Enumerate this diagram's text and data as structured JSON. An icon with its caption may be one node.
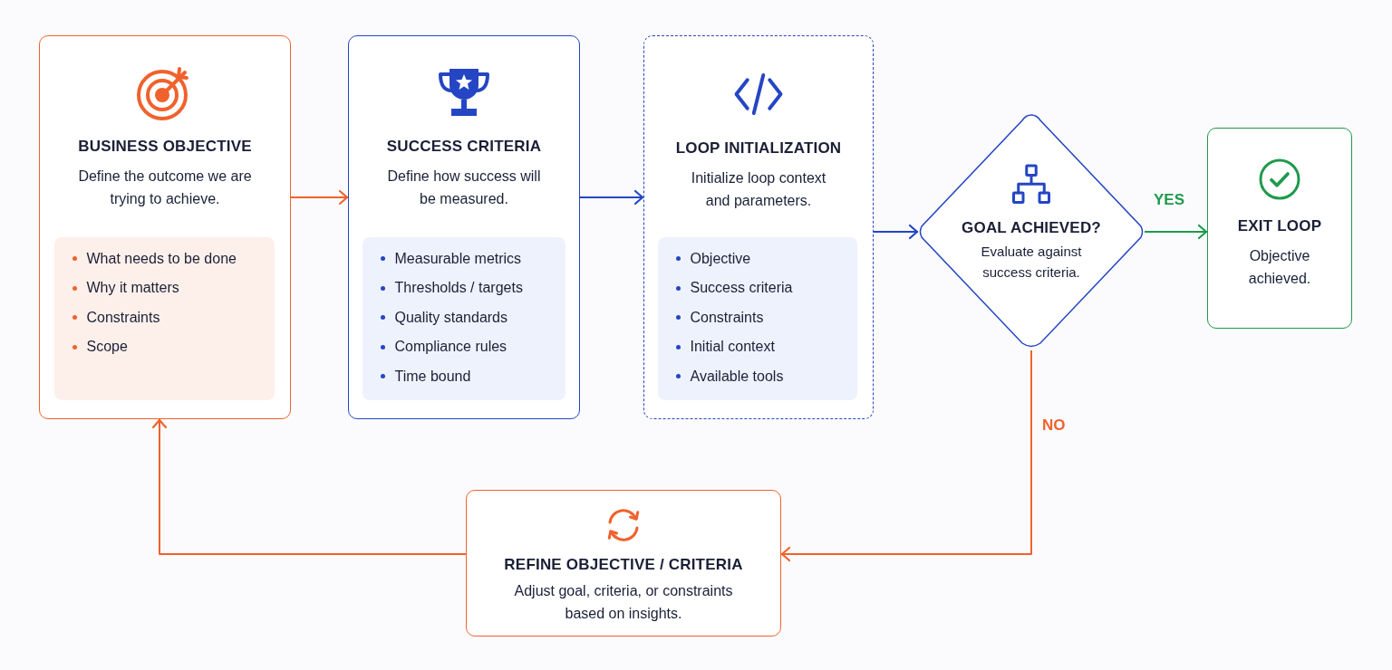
{
  "diagram": {
    "nodes": [
      {
        "text": [
          "BUSINESS OBJECTIVE",
          "Define the outcome we are trying to achieve."
        ]
      },
      {
        "text": [
          "What needs to be done",
          "Why it matters",
          "Constraints",
          "Scope"
        ],
        "in": 0
      },
      {
        "text": [
          "SUCCESS CRITERIA",
          "Define how success will be measured."
        ]
      },
      {
        "text": [
          "Measurable metrics",
          "Thresholds / targets",
          "Quality standards",
          "Compliance rules",
          "Time bound"
        ],
        "in": 2
      },
      {
        "text": [
          "LOOP INITIALIZATION",
          "Initialize loop context and parameters."
        ]
      },
      {
        "text": [
          "Objective",
          "Success criteria",
          "Constraints",
          "Initial context",
          "Available tools"
        ],
        "in": 4
      },
      {
        "text": [
          "GOAL ACHIEVED?",
          "Evaluate against success criteria."
        ]
      },
      {
        "text": [
          "EXIT LOOP",
          "Objective achieved."
        ]
      },
      {
        "text": [
          "REFINE OBJECTIVE / CRITERIA",
          "Adjust goal, criteria, or constraints based on insights."
        ]
      }
    ],
    "edges": [
      {
        "from": 0,
        "to": 2,
        "arrow": "to",
        "color": "#f0622d"
      },
      {
        "from": 2,
        "to": 4,
        "arrow": "to",
        "color": "#2446c4"
      },
      {
        "from": 4,
        "to": 6,
        "arrow": "to",
        "color": "#2446c4"
      },
      {
        "from": 6,
        "to": 7,
        "arrow": "to",
        "label": "YES",
        "color": "#1e9a4b"
      },
      {
        "from": 6,
        "to": 8,
        "arrow": "to",
        "label": "NO",
        "color": "#f0622d"
      },
      {
        "from": 8,
        "to": 0,
        "arrow": "to",
        "color": "#f0622d"
      }
    ]
  }
}
